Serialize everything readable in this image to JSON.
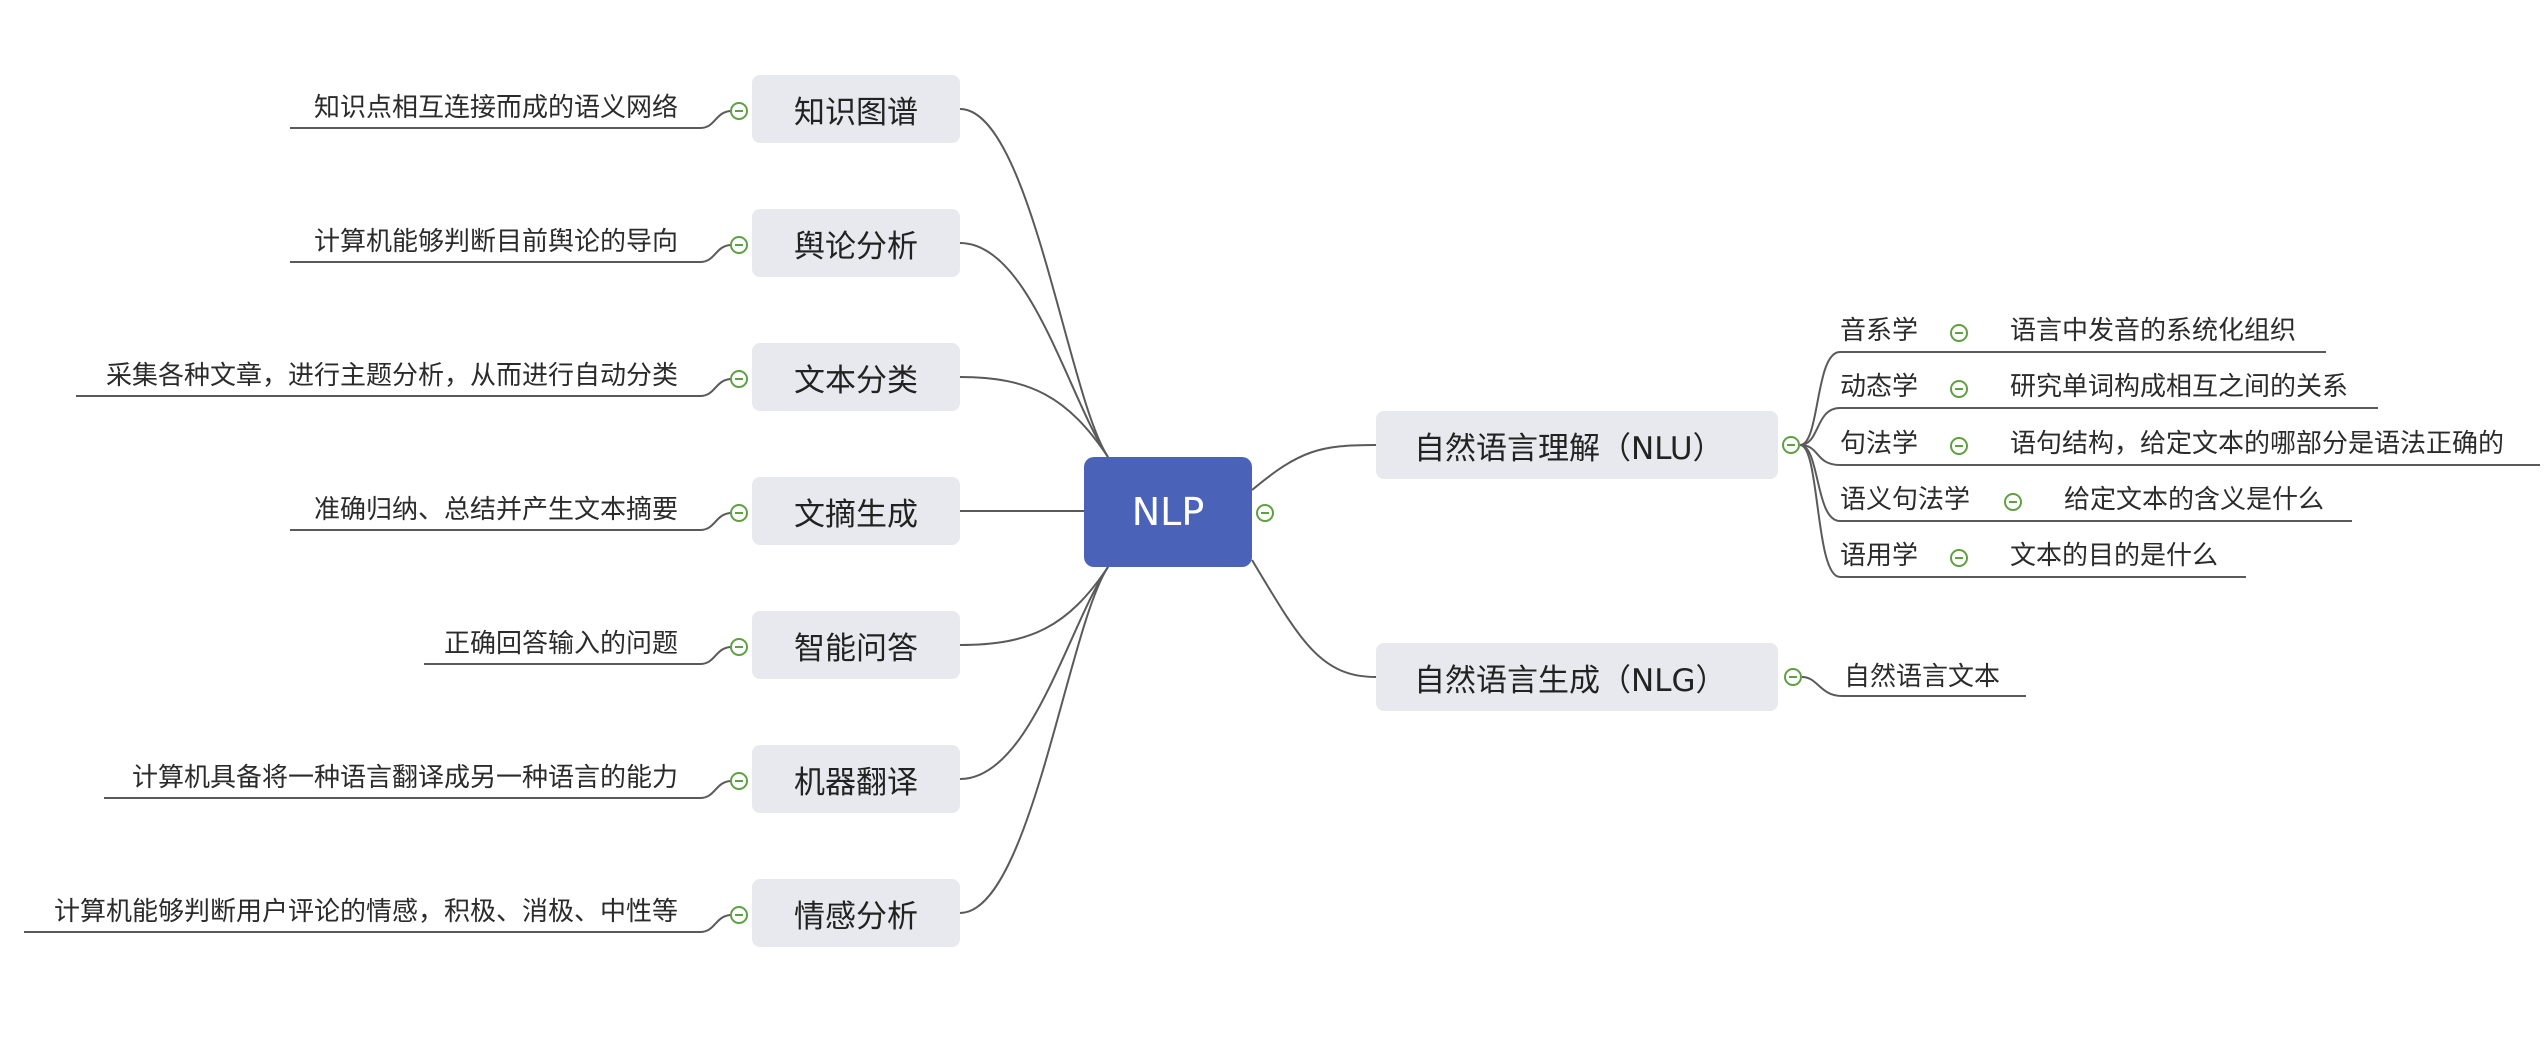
{
  "root": {
    "label": "NLP"
  },
  "left_topics": [
    {
      "label": "知识图谱",
      "desc": "知识点相互连接而成的语义网络"
    },
    {
      "label": "舆论分析",
      "desc": "计算机能够判断目前舆论的导向"
    },
    {
      "label": "文本分类",
      "desc": "采集各种文章，进行主题分析，从而进行自动分类"
    },
    {
      "label": "文摘生成",
      "desc": "准确归纳、总结并产生文本摘要"
    },
    {
      "label": "智能问答",
      "desc": "正确回答输入的问题"
    },
    {
      "label": "机器翻译",
      "desc": "计算机具备将一种语言翻译成另一种语言的能力"
    },
    {
      "label": "情感分析",
      "desc": "计算机能够判断用户评论的情感，积极、消极、中性等"
    }
  ],
  "nlu": {
    "label": "自然语言理解（NLU）",
    "children": [
      {
        "label": "音系学",
        "desc": "语言中发音的系统化组织"
      },
      {
        "label": "动态学",
        "desc": "研究单词构成相互之间的关系"
      },
      {
        "label": "句法学",
        "desc": "语句结构，给定文本的哪部分是语法正确的"
      },
      {
        "label": "语义句法学",
        "desc": "给定文本的含义是什么"
      },
      {
        "label": "语用学",
        "desc": "文本的目的是什么"
      }
    ]
  },
  "nlg": {
    "label": "自然语言生成（NLG）",
    "children": [
      {
        "label": "自然语言文本"
      }
    ]
  },
  "colors": {
    "root_fill": "#4a63b8",
    "node_fill": "#e8e9ee",
    "line": "#555555",
    "collapse": "#5fa042"
  }
}
